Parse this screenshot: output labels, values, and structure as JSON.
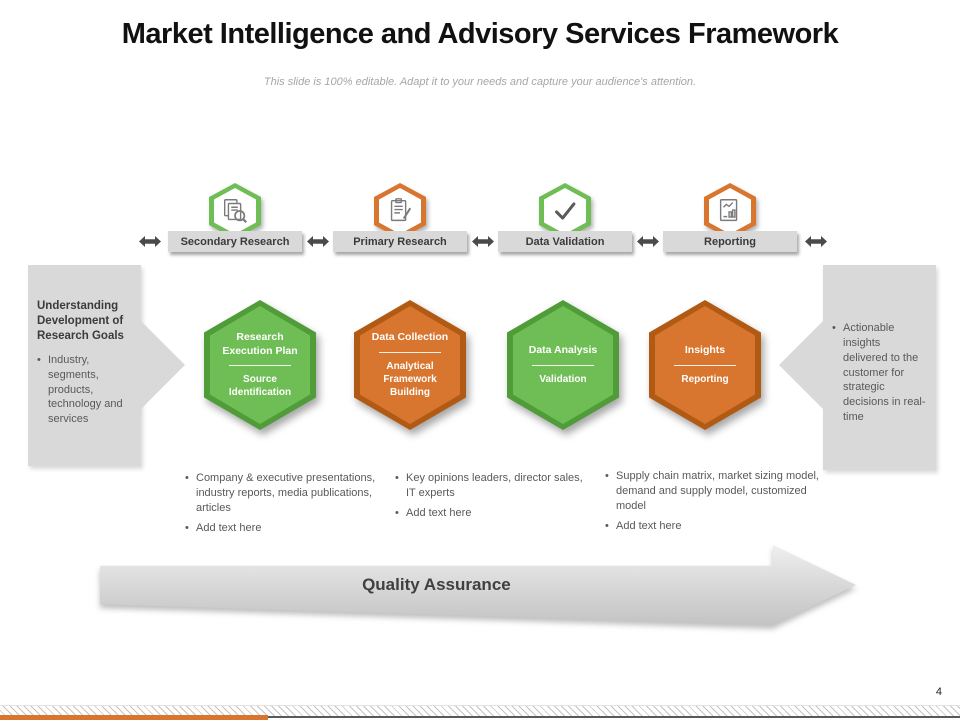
{
  "slide": {
    "title": "Market Intelligence and Advisory Services Framework",
    "subtitle": "This slide is 100% editable. Adapt it to your needs and capture your audience's attention.",
    "page_number": "4"
  },
  "colors": {
    "green": "#6FBE55",
    "green_dark": "#4F9C39",
    "orange": "#D8752E",
    "orange_dark": "#B05A14",
    "gray_box": "#D9D9D9",
    "arrow_gray": "#D9D9D9",
    "text_dark": "#3B3B3B",
    "text_body": "#595959"
  },
  "top_steps": [
    {
      "label": "Secondary Research",
      "icon": "documents-search-icon",
      "color": "green"
    },
    {
      "label": "Primary Research",
      "icon": "clipboard-pencil-icon",
      "color": "orange"
    },
    {
      "label": "Data Validation",
      "icon": "checkmark-icon",
      "color": "green"
    },
    {
      "label": "Reporting",
      "icon": "report-chart-icon",
      "color": "orange"
    }
  ],
  "left_panel": {
    "heading": "Understanding Development of Research Goals",
    "bullets": [
      "Industry, segments, products, technology and services"
    ]
  },
  "right_panel": {
    "bullets": [
      "Actionable insights delivered to the customer for strategic decisions in real-time"
    ]
  },
  "stages": [
    {
      "title": "Research Execution Plan",
      "subtitle": "Source Identification",
      "color": "green"
    },
    {
      "title": "Data Collection",
      "subtitle": "Analytical Framework Building",
      "color": "orange"
    },
    {
      "title": "Data Analysis",
      "subtitle": "Validation",
      "color": "green"
    },
    {
      "title": "Insights",
      "subtitle": "Reporting",
      "color": "orange"
    }
  ],
  "stage_notes": [
    {
      "bullets": [
        "Company & executive presentations, industry reports, media publications, articles",
        "Add text here"
      ]
    },
    {
      "bullets": [
        "Key opinions leaders, director sales, IT experts",
        "Add text here"
      ]
    },
    {
      "bullets": [
        "Supply chain matrix, market sizing model, demand and supply model, customized model",
        "Add text here"
      ]
    }
  ],
  "bottom_arrow": {
    "label": "Quality Assurance"
  }
}
